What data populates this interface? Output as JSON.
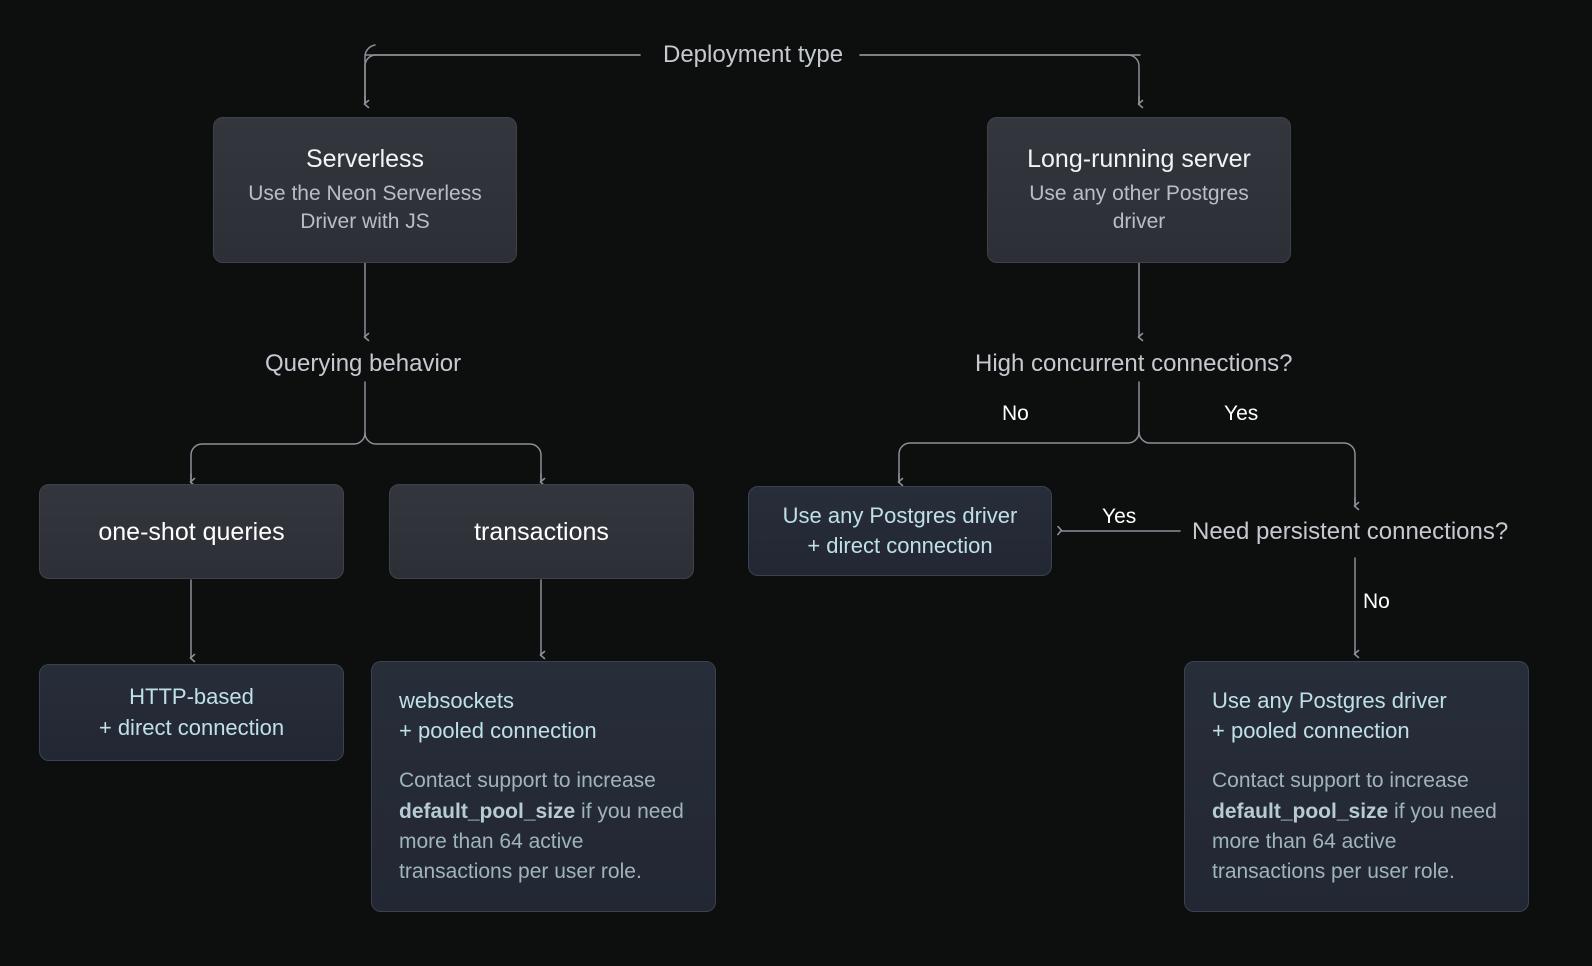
{
  "diagram": {
    "title": "Deployment type",
    "background_color": "#0d0f0f",
    "edge_color": "#8b9198",
    "accent_color": "#bfe0e7",
    "gray_node_color": "#2f333a",
    "blue_node_color": "#252b36"
  },
  "decisions": {
    "root": "Deployment type",
    "querying_behavior": "Querying behavior",
    "high_concurrent": "High concurrent connections?",
    "need_persistent": "Need persistent connections?"
  },
  "edge_labels": {
    "hc_no": "No",
    "hc_yes": "Yes",
    "np_yes": "Yes",
    "np_no": "No"
  },
  "nodes": {
    "serverless": {
      "title": "Serverless",
      "subtitle": "Use the Neon Serverless\nDriver with JS"
    },
    "long_running": {
      "title": "Long-running server",
      "subtitle": "Use any other Postgres\ndriver"
    },
    "one_shot": {
      "label": "one-shot queries"
    },
    "transactions": {
      "label": "transactions"
    },
    "http_based": {
      "head": "HTTP-based\n+ direct connection"
    },
    "websockets": {
      "head": "websockets\n+ pooled connection",
      "body_pre": "Contact support to increase ",
      "body_code": "default_pool_size",
      "body_post": " if you need more than 64 active transactions per user role."
    },
    "direct_driver": {
      "head": "Use any Postgres driver\n+ direct connection"
    },
    "pooled_driver": {
      "head": "Use any Postgres driver\n+ pooled connection",
      "body_pre": "Contact support to increase ",
      "body_code": "default_pool_size",
      "body_post": " if you need more than 64 active transactions per user role."
    }
  }
}
